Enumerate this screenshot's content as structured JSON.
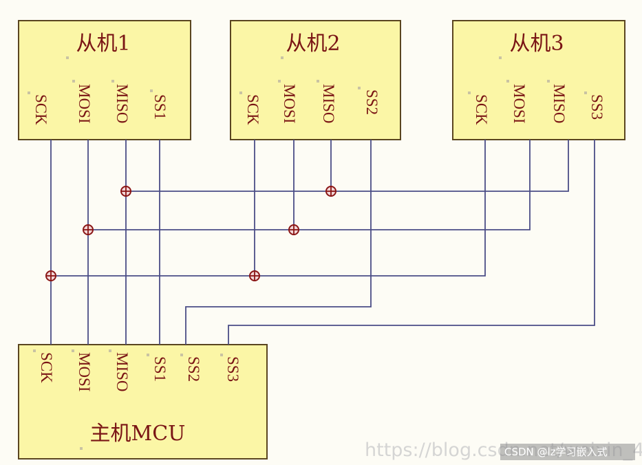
{
  "slaves": [
    {
      "title": "从机1",
      "pins": [
        "SCK",
        "MOSI",
        "MISO",
        "SS1"
      ]
    },
    {
      "title": "从机2",
      "pins": [
        "SCK",
        "MOSI",
        "MISO",
        "SS2"
      ]
    },
    {
      "title": "从机3",
      "pins": [
        "SCK",
        "MOSI",
        "MISO",
        "SS3"
      ]
    }
  ],
  "master": {
    "title": "主机MCU",
    "pins": [
      "SCK",
      "MOSI",
      "MISO",
      "SS1",
      "SS2",
      "SS3"
    ]
  },
  "watermark": "https://blog.csdn.net/weixin_44...",
  "credit": "CSDN @lz学习嵌入式",
  "colors": {
    "box_fill": "#fbf6a6",
    "text": "#7a1515",
    "wire": "#4a4c86",
    "junction": "#8a1515"
  }
}
